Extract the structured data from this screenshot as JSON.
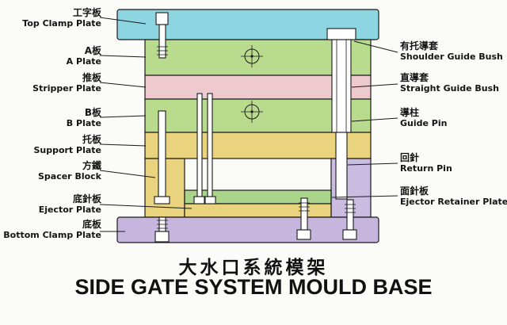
{
  "title": {
    "chinese": "大水口系統模架",
    "english": "SIDE GATE SYSTEM MOULD BASE"
  },
  "left_labels": [
    {
      "cn": "工字板",
      "en": "Top Clamp Plate"
    },
    {
      "cn": "A板",
      "en": "A Plate"
    },
    {
      "cn": "推板",
      "en": "Stripper Plate"
    },
    {
      "cn": "B板",
      "en": "B Plate"
    },
    {
      "cn": "托板",
      "en": "Support Plate"
    },
    {
      "cn": "方鐵",
      "en": "Spacer Block"
    },
    {
      "cn": "底針板",
      "en": "Ejector Plate"
    },
    {
      "cn": "底板",
      "en": "Bottom Clamp Plate"
    }
  ],
  "right_labels": [
    {
      "cn": "有托導套",
      "en": "Shoulder Guide Bush"
    },
    {
      "cn": "直導套",
      "en": "Straight Guide Bush"
    },
    {
      "cn": "導柱",
      "en": "Guide Pin"
    },
    {
      "cn": "回針",
      "en": "Return Pin"
    },
    {
      "cn": "面針板",
      "en": "Ejector Retainer Plate"
    }
  ],
  "colors": {
    "top_clamp_plate": "#8ed5e2",
    "a_plate": "#b9db8e",
    "stripper_plate": "#eecace",
    "b_plate": "#b9db8e",
    "support_plate": "#e9d37e",
    "spacer_block_left": "#e9d37e",
    "spacer_block_right": "#cbbce2",
    "ejector_retainer_plate": "#a9d489",
    "ejector_plate": "#e9d37e",
    "bottom_clamp_plate": "#c6b6de",
    "pin_fill": "#ffffff",
    "outline": "#1a1a1a"
  }
}
